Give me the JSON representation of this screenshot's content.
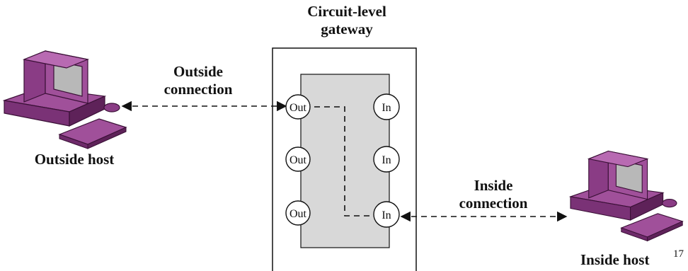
{
  "gateway": {
    "title_line1": "Circuit-level",
    "title_line2": "gateway"
  },
  "connections": {
    "outside": {
      "line1": "Outside",
      "line2": "connection"
    },
    "inside": {
      "line1": "Inside",
      "line2": "connection"
    }
  },
  "hosts": {
    "outside": {
      "label": "Outside host",
      "icon": "computer-icon"
    },
    "inside": {
      "label": "Inside host",
      "icon": "computer-icon"
    }
  },
  "ports": {
    "out": [
      "Out",
      "Out",
      "Out"
    ],
    "in": [
      "In",
      "In",
      "In"
    ]
  },
  "page_number": "17",
  "colors": {
    "computer": "#a0509a",
    "computer_dark": "#6e2a6a",
    "screen": "#b8b8b8",
    "gateway_inner": "#d8d8d8",
    "line": "#111111"
  }
}
